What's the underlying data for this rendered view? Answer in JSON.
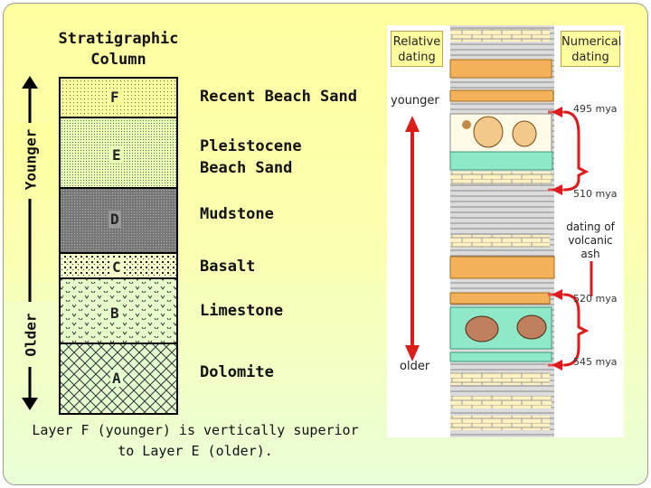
{
  "title": "Stratigraphic Column",
  "axis": {
    "top": "Younger",
    "bottom": "Older"
  },
  "layers": [
    {
      "letter": "F",
      "name": "Recent Beach Sand"
    },
    {
      "letter": "E",
      "name": "Pleistocene Beach Sand"
    },
    {
      "letter": "D",
      "name": "Mudstone"
    },
    {
      "letter": "C",
      "name": "Basalt"
    },
    {
      "letter": "B",
      "name": "Limestone"
    },
    {
      "letter": "A",
      "name": "Dolomite"
    }
  ],
  "caption": "Layer F (younger) is vertically superior to Layer E (older).",
  "relative_dating": {
    "header": "Relative dating",
    "top": "younger",
    "bottom": "older"
  },
  "numerical_dating": {
    "header": "Numerical dating",
    "dates": [
      "495 mya",
      "510 mya",
      "520 mya",
      "545 mya"
    ],
    "ash_label": "dating of volcanic ash"
  }
}
